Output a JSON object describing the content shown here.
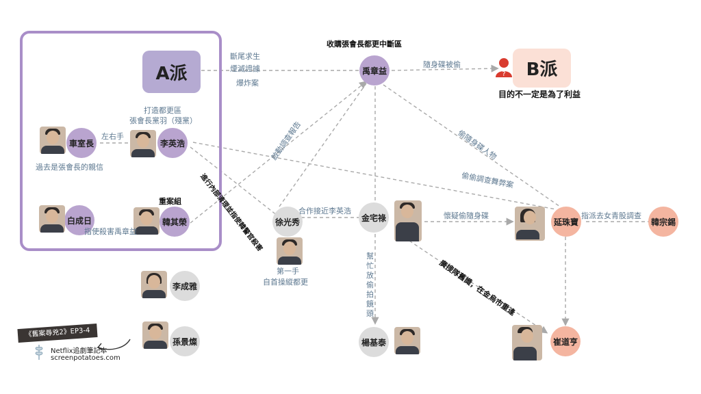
{
  "factions": {
    "a": {
      "title": "A派"
    },
    "b": {
      "title": "B派",
      "note": "目的不一定是為了利益"
    }
  },
  "nodes": {
    "yu": "禹章益",
    "che": "車室長",
    "li": "李英浩",
    "bai": "白成日",
    "han": "韓其榮",
    "xu": "徐光秀",
    "jin": "金宅祿",
    "yan": "延珠寶",
    "hanzong": "韓宗錫",
    "lisy": "李成雅",
    "sun": "孫景燦",
    "yang": "楊基泰",
    "cui": "崔道亨"
  },
  "labels": {
    "yu_top": "收購張會長都更中斷區",
    "yu_a_1": "斷尾求生",
    "yu_a_2": "煙滅證據",
    "yu_a_3": "爆炸案",
    "yu_b": "隨身碟被偷",
    "li_role_1": "打造都更區",
    "li_role_2": "張會長黨羽（殘黨）",
    "che_li": "左右手",
    "che_note": "過去是張會長的親信",
    "han_role": "重案組",
    "bai_note": "指使殺害禹章益",
    "xu_yu": "啟動調查報告",
    "li_xu": "進行內部清理並指使韓警官殺害",
    "xu_jin": "合作接近李英浩",
    "xu_role_1": "第一手",
    "xu_role_2": "自首操縱都更",
    "yu_yan": "偷隨身碟人物",
    "li_yan": "偷偷調查舞弊案",
    "jin_yan": "懷疑偷隨身碟",
    "yan_hanzong": "指派去女青股調查",
    "jin_yang": "幫忙放偷拍鏡頭",
    "jin_cui": "廣搜隊舊識，在金烏市重逢"
  },
  "brand": {
    "series": "《舊案尋兇2》EP3-4",
    "site": "Netflix追劇筆記本",
    "url": "screenpotatoes.com"
  },
  "colors": {
    "purple": "#b9a4cf",
    "grey": "#dcdcdc",
    "salmon": "#f4b5a0",
    "box": "#a98ec8",
    "line": "#a9a9a9",
    "label": "#5d7890"
  }
}
